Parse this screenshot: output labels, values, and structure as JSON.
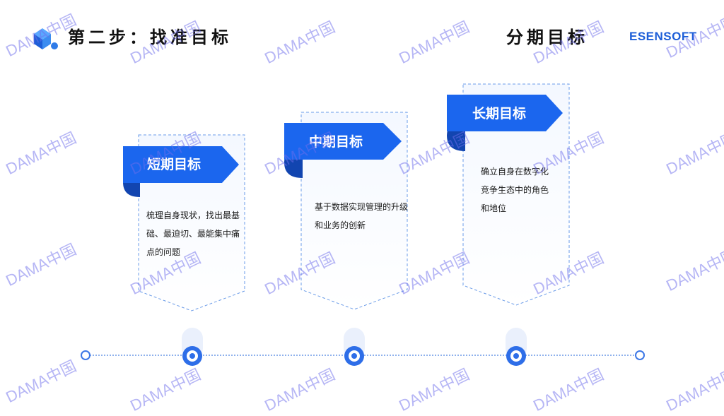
{
  "header": {
    "title": "第二步：找准目标",
    "section_title": "分期目标",
    "brand": "ESENSOFT"
  },
  "cards": [
    {
      "title": "短期目标",
      "body": "梳理自身现状，找出最基础、最迫切、最能集中痛点的问题"
    },
    {
      "title": "中期目标",
      "body": "基于数据实现管理的升级和业务的创新"
    },
    {
      "title": "长期目标",
      "body": "确立自身在数字化竞争生态中的角色和地位"
    }
  ],
  "watermark": {
    "text": "DAMA中国"
  },
  "colors": {
    "accent": "#1e5fd8",
    "ribbon": "#1b66ee",
    "ribbon_dark": "#1245b0",
    "card_border": "#6a9be8"
  }
}
